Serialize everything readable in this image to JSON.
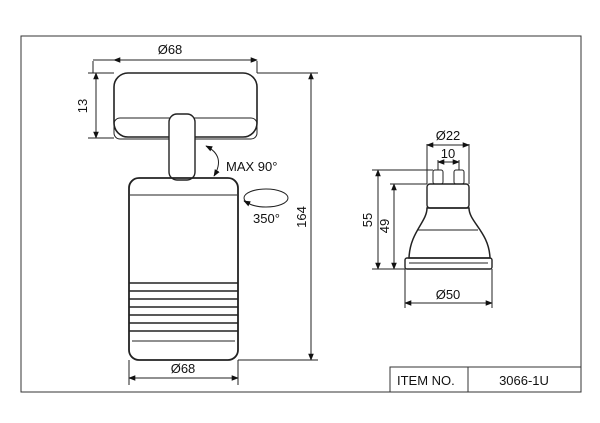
{
  "drawing": {
    "fixture": {
      "top_diameter": "Ø68",
      "canopy_height": "13",
      "tilt": "MAX 90°",
      "rotation": "350°",
      "total_height": "164",
      "bottom_diameter": "Ø68"
    },
    "bulb": {
      "pin_diameter": "Ø22",
      "pin_spacing": "10",
      "height_overall": "55",
      "height_body": "49",
      "reflector_diameter": "Ø50"
    }
  },
  "title_block": {
    "label": "ITEM NO.",
    "value": "3066-1U"
  }
}
